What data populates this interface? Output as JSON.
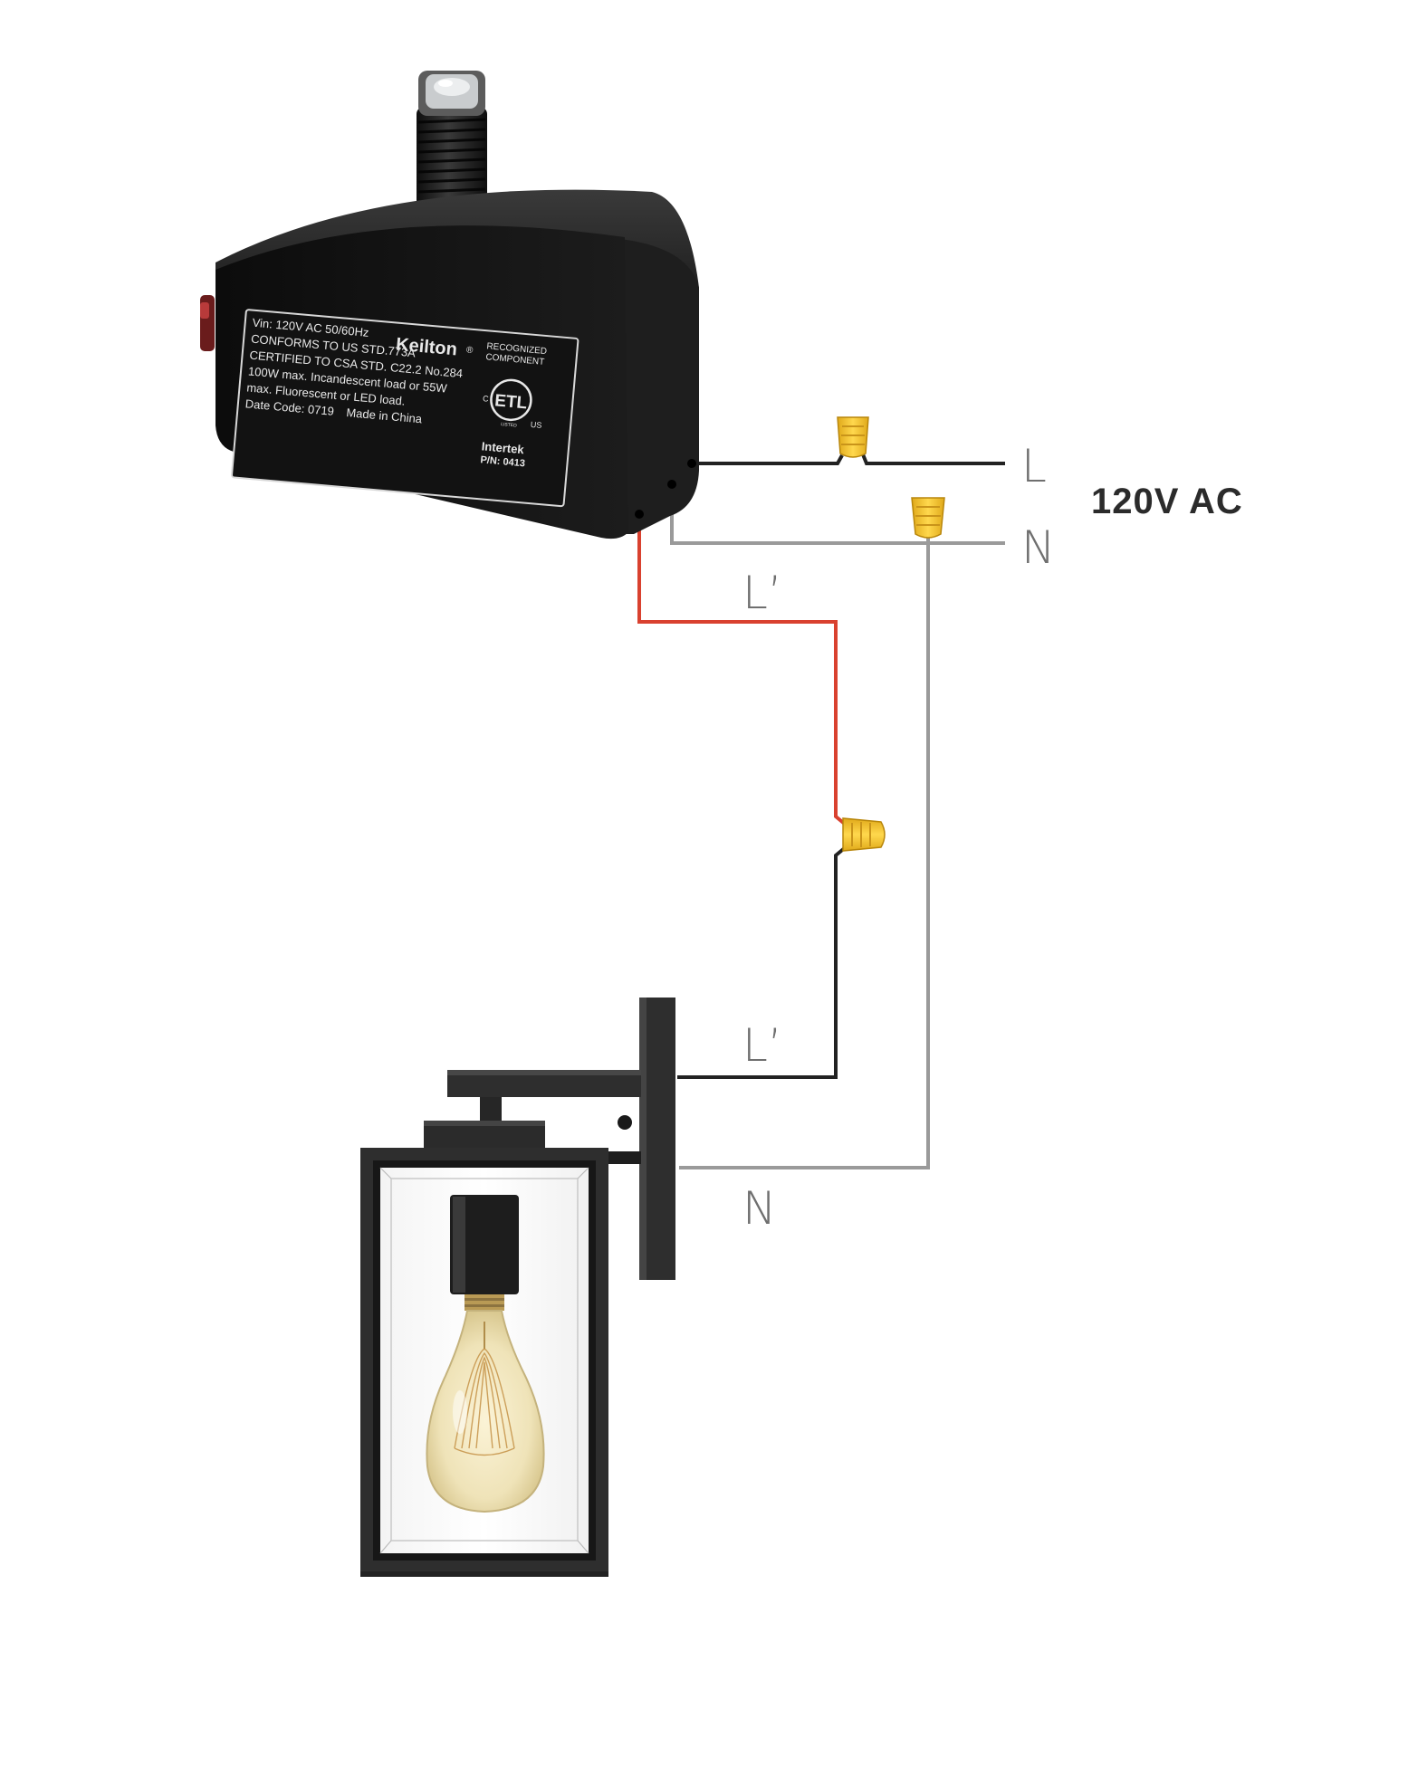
{
  "supply": {
    "label": "120V AC"
  },
  "wire_labels": {
    "line": "L",
    "neutral": "N",
    "switched_line": "L’"
  },
  "sensor": {
    "brand": "Keilton",
    "brand_mark": "®",
    "label_lines": [
      "Vin: 120V AC 50/60Hz",
      "CONFORMS TO US STD.773A",
      "CERTIFIED TO CSA STD. C22.2 No.284",
      "100W max. Incandescent load or 55W",
      "max. Fluorescent or LED load.",
      "Date Code: 0719"
    ],
    "made_in": "Made in China",
    "recognized": [
      "RECOGNIZED",
      "COMPONENT"
    ],
    "etl_mark": "ETL",
    "etl_c": "C",
    "etl_us": "US",
    "etl_listed": "LISTED",
    "lab": "Intertek",
    "part_no": "P/N: 0413"
  },
  "colors": {
    "line_wire": "#222222",
    "neutral_wire": "#9a9a9a",
    "switched_wire": "#d9412f",
    "wire_nut": "#f2c230",
    "sensor_body": "#151515",
    "fixture": "#2e2e2e",
    "supply_text": "#2b2b2b"
  },
  "icons": [
    "photocell-sensor-icon",
    "wire-nut-icon",
    "wall-lantern-icon",
    "edison-bulb-icon",
    "etl-mark-icon"
  ]
}
